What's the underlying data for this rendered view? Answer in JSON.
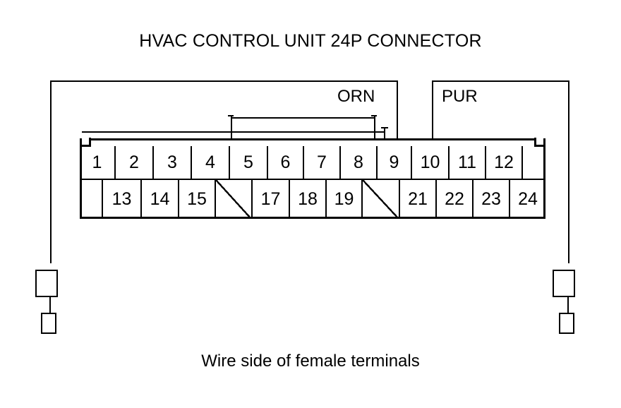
{
  "diagram": {
    "title": "HVAC CONTROL UNIT 24P CONNECTOR",
    "caption": "Wire side of female terminals",
    "colors": {
      "line": "#000000",
      "background": "#ffffff"
    }
  },
  "wires": [
    {
      "id": "orn",
      "label": "ORN",
      "connects_to_pin": "9"
    },
    {
      "id": "pur",
      "label": "PUR",
      "connects_to_pin": "10"
    }
  ],
  "connector": {
    "pin_count": "24",
    "rows": {
      "top": [
        {
          "label": "1",
          "type": "pin"
        },
        {
          "label": "2",
          "type": "pin"
        },
        {
          "label": "3",
          "type": "pin"
        },
        {
          "label": "4",
          "type": "pin"
        },
        {
          "label": "5",
          "type": "pin"
        },
        {
          "label": "6",
          "type": "pin"
        },
        {
          "label": "7",
          "type": "pin"
        },
        {
          "label": "8",
          "type": "pin"
        },
        {
          "label": "9",
          "type": "pin"
        },
        {
          "label": "10",
          "type": "pin"
        },
        {
          "label": "11",
          "type": "pin"
        },
        {
          "label": "12",
          "type": "pin"
        },
        {
          "label": "",
          "type": "blank"
        }
      ],
      "bottom": [
        {
          "label": "",
          "type": "blank"
        },
        {
          "label": "13",
          "type": "pin"
        },
        {
          "label": "14",
          "type": "pin"
        },
        {
          "label": "15",
          "type": "pin"
        },
        {
          "label": "",
          "type": "slash"
        },
        {
          "label": "17",
          "type": "pin"
        },
        {
          "label": "18",
          "type": "pin"
        },
        {
          "label": "19",
          "type": "pin"
        },
        {
          "label": "",
          "type": "slash"
        },
        {
          "label": "21",
          "type": "pin"
        },
        {
          "label": "22",
          "type": "pin"
        },
        {
          "label": "23",
          "type": "pin"
        },
        {
          "label": "24",
          "type": "pin"
        }
      ]
    }
  }
}
